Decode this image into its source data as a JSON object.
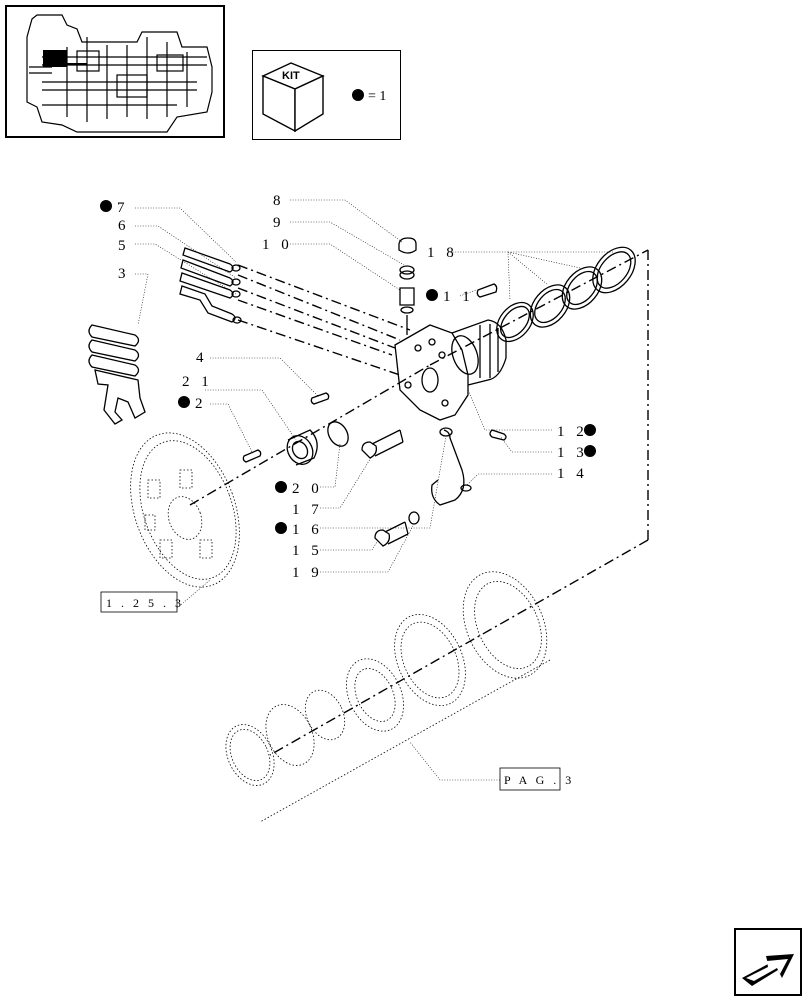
{
  "kit": {
    "badge": "KIT",
    "equals": "= 1"
  },
  "callouts": {
    "c1": "7",
    "c2": "6",
    "c3": "5",
    "c4": "3",
    "c5": "4",
    "c6": "2 1",
    "c7": "2",
    "c8": "8",
    "c9": "9",
    "c10": "1 0",
    "c11": "1 1",
    "c12": "1 8",
    "c13": "1 2",
    "c14": "1 3",
    "c15": "1 4",
    "c16": "2 0",
    "c17": "1 7",
    "c18": "1 6",
    "c19": "1 5",
    "c20": "1 9"
  },
  "references": {
    "ref1": "1 . 2 5 . 3",
    "ref2": "P A G . 3"
  },
  "icons": {
    "kit_box": "kit-cube-icon",
    "bullet": "filled-dot-icon",
    "nav": "next-page-arrow-icon",
    "overview": "transmission-overview-icon"
  }
}
